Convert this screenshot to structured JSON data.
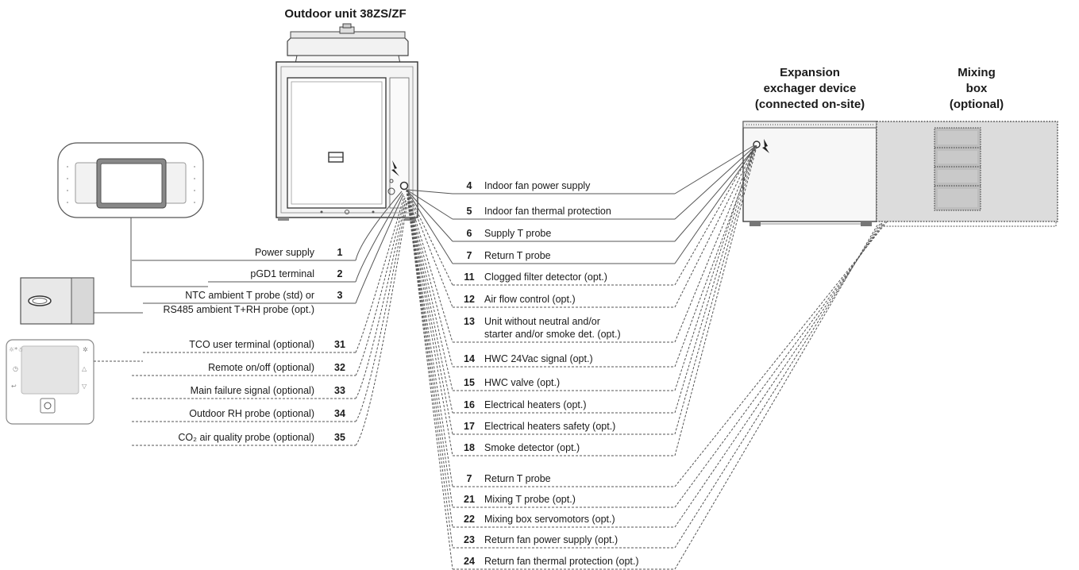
{
  "headers": {
    "outdoor_unit": "Outdoor unit 38ZS/ZF",
    "expansion": [
      "Expansion",
      "exchager device",
      "(connected on-site)"
    ],
    "mixing_box": [
      "Mixing",
      "box",
      "(optional)"
    ]
  },
  "left_connections": [
    {
      "num": "1",
      "label": "Power supply",
      "style": "solid"
    },
    {
      "num": "2",
      "label": "pGD1 terminal",
      "style": "solid"
    },
    {
      "num": "3",
      "label": "NTC ambient T probe (std) or",
      "label2": "RS485 ambient T+RH probe (opt.)",
      "style": "solid"
    },
    {
      "num": "31",
      "label": "TCO user terminal (optional)",
      "style": "dashed"
    },
    {
      "num": "32",
      "label": "Remote on/off (optional)",
      "style": "dashed"
    },
    {
      "num": "33",
      "label": "Main failure signal (optional)",
      "style": "dashed"
    },
    {
      "num": "34",
      "label": "Outdoor RH probe (optional)",
      "style": "dashed"
    },
    {
      "num": "35",
      "label": "CO₂ air quality probe (optional)",
      "style": "dashed"
    }
  ],
  "right_connections": [
    {
      "num": "4",
      "label": "Indoor fan power supply",
      "style": "solid",
      "target": "expansion"
    },
    {
      "num": "5",
      "label": "Indoor fan thermal protection",
      "style": "solid",
      "target": "expansion"
    },
    {
      "num": "6",
      "label": "Supply T probe",
      "style": "solid",
      "target": "expansion"
    },
    {
      "num": "7",
      "label": "Return T probe",
      "style": "solid",
      "target": "expansion"
    },
    {
      "num": "11",
      "label": "Clogged filter detector (opt.)",
      "style": "dashed",
      "target": "expansion"
    },
    {
      "num": "12",
      "label": "Air flow control (opt.)",
      "style": "dashed",
      "target": "expansion"
    },
    {
      "num": "13",
      "label": "Unit without neutral and/or",
      "label2": "starter and/or smoke det. (opt.)",
      "style": "dashed",
      "target": "expansion"
    },
    {
      "num": "14",
      "label": "HWC 24Vac signal (opt.)",
      "style": "dashed",
      "target": "expansion"
    },
    {
      "num": "15",
      "label": "HWC valve (opt.)",
      "style": "dashed",
      "target": "expansion"
    },
    {
      "num": "16",
      "label": "Electrical heaters (opt.)",
      "style": "dashed",
      "target": "expansion"
    },
    {
      "num": "17",
      "label": "Electrical heaters safety (opt.)",
      "style": "dashed",
      "target": "expansion"
    },
    {
      "num": "18",
      "label": "Smoke detector (opt.)",
      "style": "dashed",
      "target": "expansion"
    },
    {
      "num": "7",
      "label": "Return T probe",
      "style": "dashed",
      "target": "mixing"
    },
    {
      "num": "21",
      "label": "Mixing T probe (opt.)",
      "style": "dashed",
      "target": "mixing"
    },
    {
      "num": "22",
      "label": "Mixing box servomotors (opt.)",
      "style": "dashed",
      "target": "mixing"
    },
    {
      "num": "23",
      "label": "Return fan power supply (opt.)",
      "style": "dashed",
      "target": "mixing"
    },
    {
      "num": "24",
      "label": "Return fan thermal protection (opt.)",
      "style": "dashed",
      "target": "mixing"
    }
  ]
}
